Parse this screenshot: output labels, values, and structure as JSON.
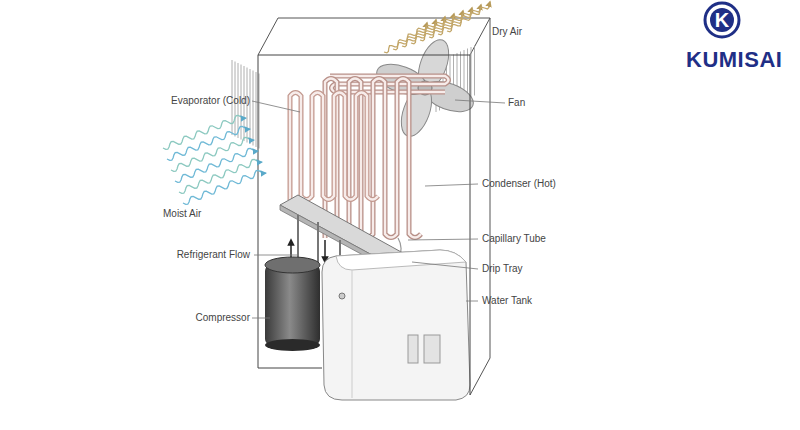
{
  "diagram": {
    "labels": [
      "K",
      "KUMISAI",
      "Dry Air",
      "Evaporator (Cold)",
      "Fan",
      "Moist Air",
      "Condenser (Hot)",
      "Capillary Tube",
      "Refrigerant Flow",
      "Drip Tray",
      "Compressor",
      "Water Tank"
    ]
  }
}
